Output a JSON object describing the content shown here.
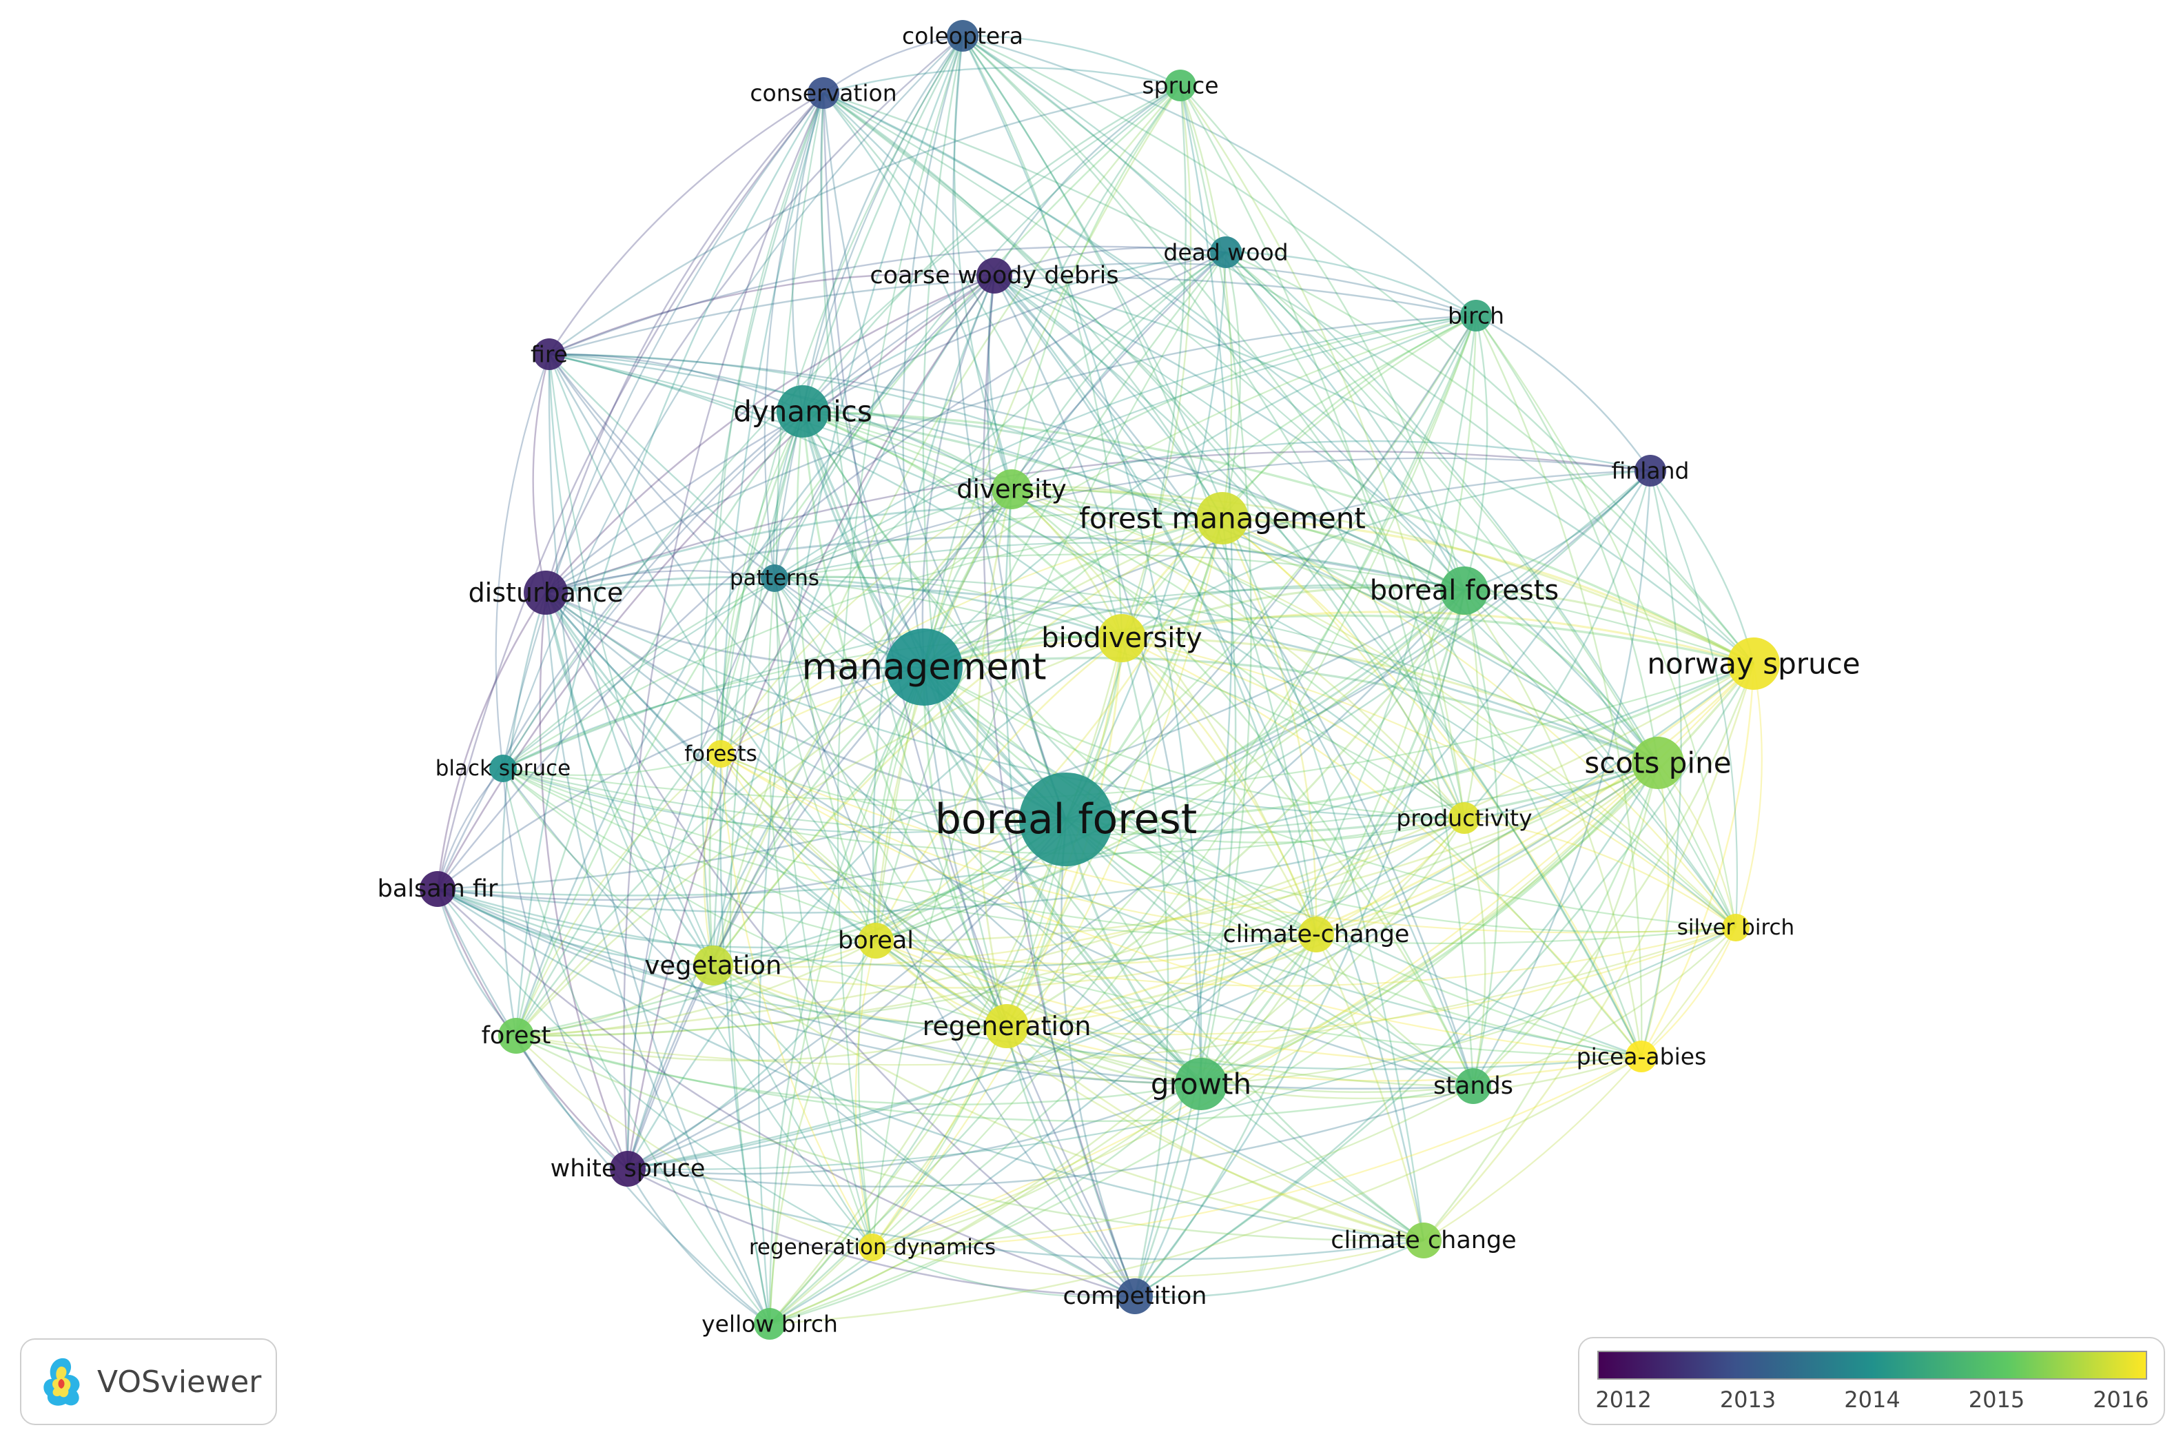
{
  "brand": {
    "name": "VOSviewer"
  },
  "colors": {
    "scale": [
      "#440154",
      "#3b528b",
      "#21918c",
      "#5ec962",
      "#fde725"
    ],
    "frame": "#cfcfcf"
  },
  "legend": {
    "min": 2011.8,
    "max": 2016.2,
    "ticks": [
      "2012",
      "2013",
      "2014",
      "2015",
      "2016"
    ]
  },
  "nodes": [
    {
      "id": "boreal-forest",
      "label": "boreal forest",
      "year": 2014.1,
      "weight": 10
    },
    {
      "id": "management",
      "label": "management",
      "year": 2014.0,
      "weight": 8
    },
    {
      "id": "forest-management",
      "label": "forest management",
      "year": 2015.9,
      "weight": 5
    },
    {
      "id": "biodiversity",
      "label": "biodiversity",
      "year": 2016.0,
      "weight": 4.5
    },
    {
      "id": "boreal-forests",
      "label": "boreal forests",
      "year": 2014.8,
      "weight": 4.5
    },
    {
      "id": "norway-spruce",
      "label": "norway spruce",
      "year": 2016.1,
      "weight": 5
    },
    {
      "id": "scots-pine",
      "label": "scots pine",
      "year": 2015.4,
      "weight": 5
    },
    {
      "id": "dynamics",
      "label": "dynamics",
      "year": 2014.1,
      "weight": 5
    },
    {
      "id": "growth",
      "label": "growth",
      "year": 2014.8,
      "weight": 5
    },
    {
      "id": "regeneration",
      "label": "regeneration",
      "year": 2016.0,
      "weight": 4
    },
    {
      "id": "vegetation",
      "label": "vegetation",
      "year": 2015.8,
      "weight": 3.5
    },
    {
      "id": "disturbance",
      "label": "disturbance",
      "year": 2012.3,
      "weight": 4
    },
    {
      "id": "diversity",
      "label": "diversity",
      "year": 2015.3,
      "weight": 3.5
    },
    {
      "id": "boreal",
      "label": "boreal",
      "year": 2016.0,
      "weight": 3
    },
    {
      "id": "climate-change-h",
      "label": "climate-change",
      "year": 2016.0,
      "weight": 3
    },
    {
      "id": "productivity",
      "label": "productivity",
      "year": 2016.0,
      "weight": 2.5
    },
    {
      "id": "coarse-woody-debris",
      "label": "coarse woody debris",
      "year": 2012.3,
      "weight": 3
    },
    {
      "id": "dead-wood",
      "label": "dead wood",
      "year": 2013.8,
      "weight": 2.5
    },
    {
      "id": "birch",
      "label": "birch",
      "year": 2014.4,
      "weight": 2.5
    },
    {
      "id": "finland",
      "label": "finland",
      "year": 2012.6,
      "weight": 2.5
    },
    {
      "id": "conservation",
      "label": "conservation",
      "year": 2012.9,
      "weight": 2.5
    },
    {
      "id": "coleoptera",
      "label": "coleoptera",
      "year": 2013.1,
      "weight": 2.5
    },
    {
      "id": "spruce",
      "label": "spruce",
      "year": 2014.9,
      "weight": 2.5
    },
    {
      "id": "fire",
      "label": "fire",
      "year": 2012.3,
      "weight": 2.5
    },
    {
      "id": "patterns",
      "label": "patterns",
      "year": 2013.7,
      "weight": 2
    },
    {
      "id": "black-spruce",
      "label": "black spruce",
      "year": 2014.0,
      "weight": 2
    },
    {
      "id": "forests",
      "label": "forests",
      "year": 2016.1,
      "weight": 2
    },
    {
      "id": "balsam-fir",
      "label": "balsam fir",
      "year": 2012.2,
      "weight": 3
    },
    {
      "id": "forest",
      "label": "forest",
      "year": 2015.2,
      "weight": 3
    },
    {
      "id": "white-spruce",
      "label": "white spruce",
      "year": 2012.2,
      "weight": 3
    },
    {
      "id": "regeneration-dynamics",
      "label": "regeneration dynamics",
      "year": 2016.1,
      "weight": 2
    },
    {
      "id": "yellow-birch",
      "label": "yellow birch",
      "year": 2015.0,
      "weight": 2.5
    },
    {
      "id": "competition",
      "label": "competition",
      "year": 2013.0,
      "weight": 3
    },
    {
      "id": "climate-change",
      "label": "climate change",
      "year": 2015.4,
      "weight": 3
    },
    {
      "id": "stands",
      "label": "stands",
      "year": 2014.8,
      "weight": 3
    },
    {
      "id": "picea-abies",
      "label": "picea-abies",
      "year": 2016.2,
      "weight": 2.5
    },
    {
      "id": "silver-birch",
      "label": "silver birch",
      "year": 2016.1,
      "weight": 2
    }
  ]
}
